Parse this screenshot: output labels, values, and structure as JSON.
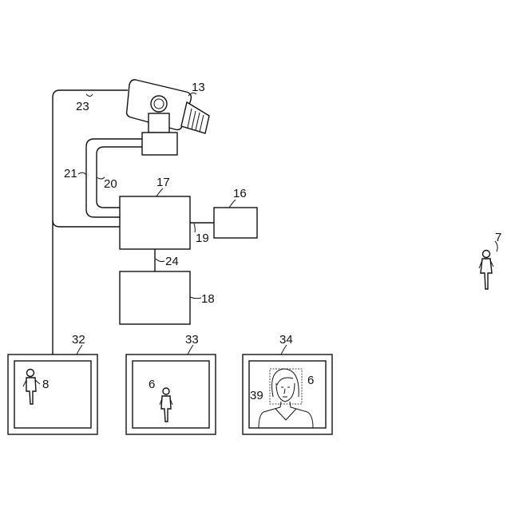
{
  "figure": {
    "labels": {
      "camera": "13",
      "camera_cable": "23",
      "controller": "17",
      "device_16": "16",
      "device_18": "18",
      "line_19": "19",
      "line_20": "20",
      "line_21": "21",
      "line_24": "24",
      "monitor_32": "32",
      "monitor_33": "33",
      "monitor_34": "34",
      "person_7": "7",
      "person_8": "8",
      "person_6_monitor33": "6",
      "person_6_monitor34": "6",
      "face_frame": "39"
    }
  }
}
